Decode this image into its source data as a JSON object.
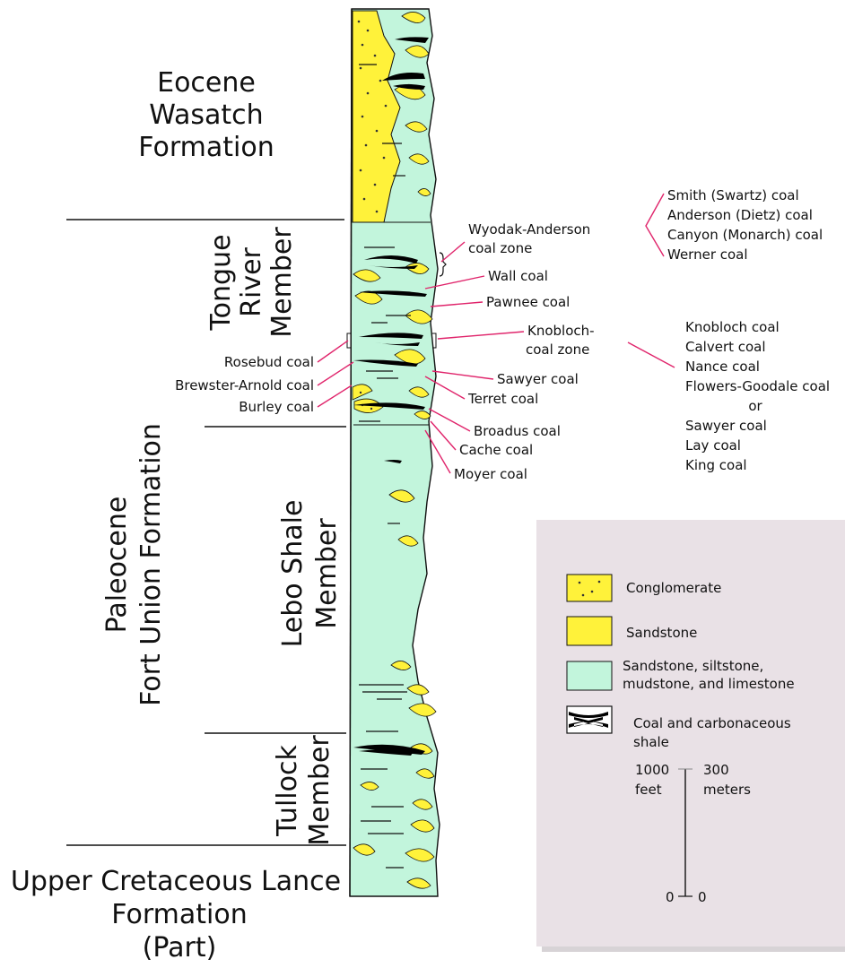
{
  "formations": {
    "eocene": [
      "Eocene",
      "Wasatch",
      "Formation"
    ],
    "paleocene": [
      "Paleocene",
      "Fort Union Formation"
    ],
    "cretaceous": [
      "Upper Cretaceous Lance",
      "Formation",
      "(Part)"
    ]
  },
  "members": {
    "tongue_river": [
      "Tongue",
      "River",
      "Member"
    ],
    "lebo": [
      "Lebo Shale",
      "Member"
    ],
    "tullock": [
      "Tullock",
      "Member"
    ]
  },
  "coal_labels": {
    "wyodak": [
      "Wyodak-Anderson",
      "coal zone"
    ],
    "wall": "Wall coal",
    "pawnee": "Pawnee coal",
    "knobloch": [
      "Knobloch-",
      "coal zone"
    ],
    "sawyer": "Sawyer coal",
    "terret": "Terret coal",
    "broadus": "Broadus coal",
    "cache": "Cache coal",
    "moyer": "Moyer coal",
    "rosebud": "Rosebud coal",
    "brewster": "Brewster-Arnold coal",
    "burley": "Burley coal"
  },
  "wyodak_list": [
    "Smith (Swartz) coal",
    "Anderson (Dietz) coal",
    "Canyon (Monarch) coal",
    "Werner coal"
  ],
  "knobloch_list": [
    "Knobloch coal",
    "Calvert coal",
    "Nance coal",
    "Flowers-Goodale coal",
    "or",
    "Sawyer coal",
    "Lay coal",
    "King coal"
  ],
  "legend": {
    "conglomerate": "Conglomerate",
    "sandstone": "Sandstone",
    "mixed": [
      "Sandstone, siltstone,",
      "mudstone, and limestone"
    ],
    "coal": [
      "Coal and carbonaceous",
      "shale"
    ],
    "scale_feet": [
      "1000",
      "feet"
    ],
    "scale_meters": [
      "300",
      "meters"
    ],
    "scale_zero_left": "0",
    "scale_zero_right": "0"
  },
  "colors": {
    "mudstone": "#c2f5dc",
    "sandstone": "#fff23a",
    "coal": "#000000",
    "legend_bg": "#e9e1e6",
    "leader": "#e0246b"
  }
}
